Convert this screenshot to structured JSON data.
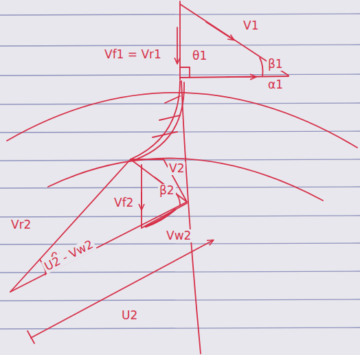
{
  "diagram": {
    "labels": [
      "Vf1 = Vr1",
      "θ1",
      "V1",
      "β1",
      "α1",
      "V2",
      "β2",
      "Vf2",
      "Vr2",
      "θ2",
      "Vw2",
      "U2 - Vw2",
      "U2"
    ]
  }
}
